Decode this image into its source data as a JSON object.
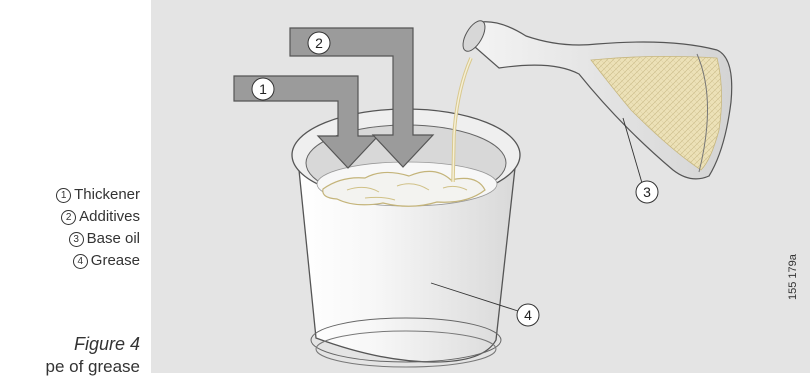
{
  "legend": {
    "items": [
      {
        "num": "1",
        "label": "Thickener"
      },
      {
        "num": "2",
        "label": "Additives"
      },
      {
        "num": "3",
        "label": "Base oil"
      },
      {
        "num": "4",
        "label": "Grease"
      }
    ]
  },
  "figure": {
    "label": "Figure 4",
    "caption": "pe of grease"
  },
  "diagram": {
    "callouts": [
      "1",
      "2",
      "3",
      "4"
    ],
    "image_code": "155 179a",
    "colors": {
      "panel": "#e4e4e4",
      "arrow": "#9b9b9b",
      "bucket": "#f2f2f2",
      "oil": "#e9dca8"
    }
  }
}
